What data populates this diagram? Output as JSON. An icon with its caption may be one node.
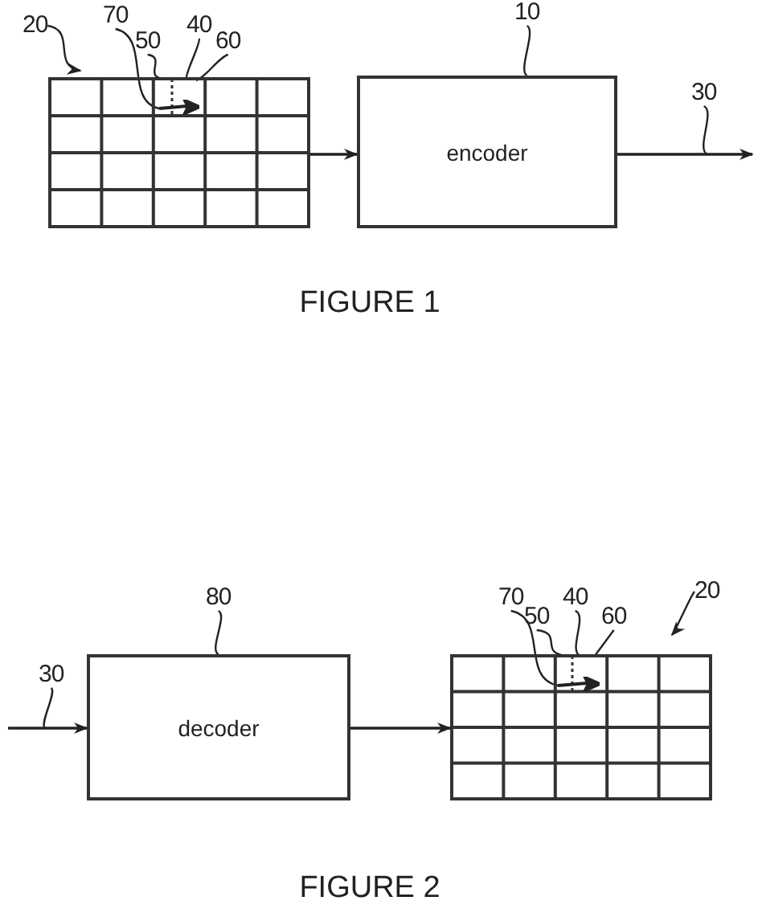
{
  "diagram": {
    "nodes": [
      {
        "text": [
          "20"
        ]
      },
      {
        "text": [
          "70"
        ]
      },
      {
        "text": [
          "50"
        ]
      },
      {
        "text": [
          "40"
        ]
      },
      {
        "text": [
          "60"
        ]
      },
      {
        "text": [
          "10"
        ]
      },
      {
        "text": [
          "30"
        ]
      },
      {
        "text": [],
        "shape": "box"
      },
      {
        "text": [
          "encoder"
        ]
      },
      {
        "text": [
          "80"
        ]
      },
      {
        "text": [
          "30"
        ]
      },
      {
        "text": [
          "decoder"
        ]
      },
      {
        "text": [
          "70"
        ]
      },
      {
        "text": [
          "50"
        ]
      },
      {
        "text": [
          "40"
        ]
      },
      {
        "text": [
          "60"
        ]
      },
      {
        "text": [
          "20"
        ]
      },
      {
        "text": [],
        "shape": "box"
      },
      {
        "text": [],
        "shape": "arrow",
        "in": 7
      },
      {
        "text": [],
        "shape": "arrow",
        "in": 17
      }
    ],
    "edges": [
      {
        "from": 0,
        "to": 7,
        "arrow": "to"
      },
      {
        "from": 1,
        "to": 18,
        "arrow": "none"
      },
      {
        "from": 2,
        "to": 7,
        "arrow": "none"
      },
      {
        "from": 3,
        "to": 7,
        "arrow": "none"
      },
      {
        "from": 4,
        "to": 7,
        "arrow": "none"
      },
      {
        "from": 5,
        "to": 8,
        "arrow": "none"
      },
      {
        "from": 6,
        "to": null,
        "arrow": "none"
      },
      {
        "from": 7,
        "to": 8,
        "arrow": "to"
      },
      {
        "from": 8,
        "to": null,
        "arrow": "to"
      },
      {
        "from": 9,
        "to": 11,
        "arrow": "none"
      },
      {
        "from": 10,
        "to": null,
        "arrow": "none"
      },
      {
        "from": null,
        "to": 11,
        "arrow": "to"
      },
      {
        "from": 11,
        "to": 17,
        "arrow": "to"
      },
      {
        "from": 12,
        "to": 19,
        "arrow": "none"
      },
      {
        "from": 13,
        "to": 17,
        "arrow": "none"
      },
      {
        "from": 14,
        "to": 17,
        "arrow": "none"
      },
      {
        "from": 15,
        "to": 17,
        "arrow": "none"
      },
      {
        "from": 16,
        "to": 17,
        "arrow": "to"
      }
    ],
    "labels": [
      "FIGURE 1",
      "FIGURE 2"
    ]
  }
}
